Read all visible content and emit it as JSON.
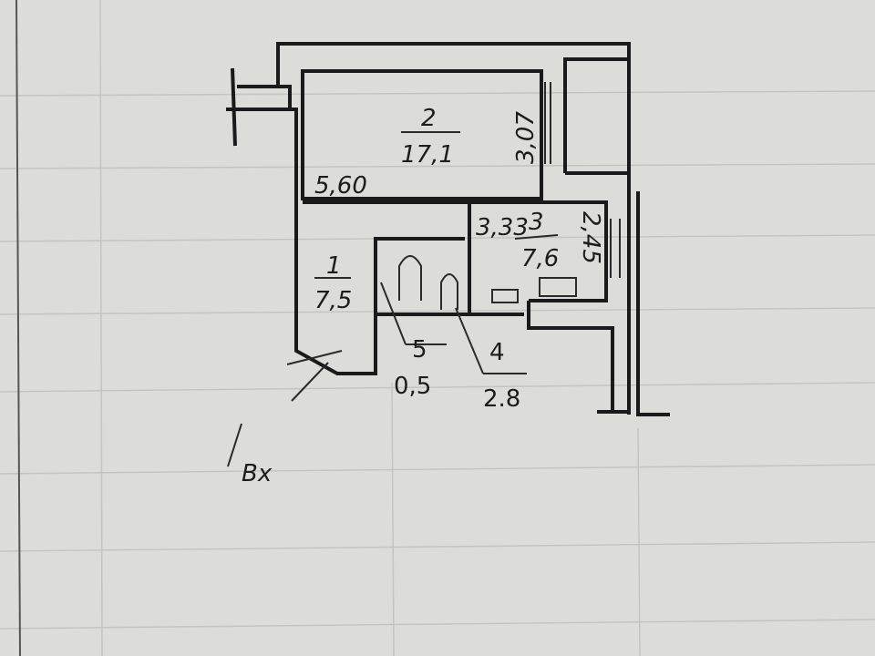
{
  "plan": {
    "rooms": [
      {
        "number": "2",
        "area": "17,1"
      },
      {
        "number": "1",
        "area": "7,5"
      },
      {
        "number": "3",
        "area": "7,6"
      },
      {
        "number": "5",
        "area": "0,5"
      },
      {
        "number": "4",
        "area": "2.8"
      }
    ],
    "dimensions": {
      "room2_width": "5,60",
      "room2_depth": "3,07",
      "room3_width": "3,33",
      "room3_depth": "2,45"
    },
    "entrance_label": "Вх"
  },
  "colors": {
    "paper": "#dcdcd8",
    "ink": "#1a1a1a"
  }
}
